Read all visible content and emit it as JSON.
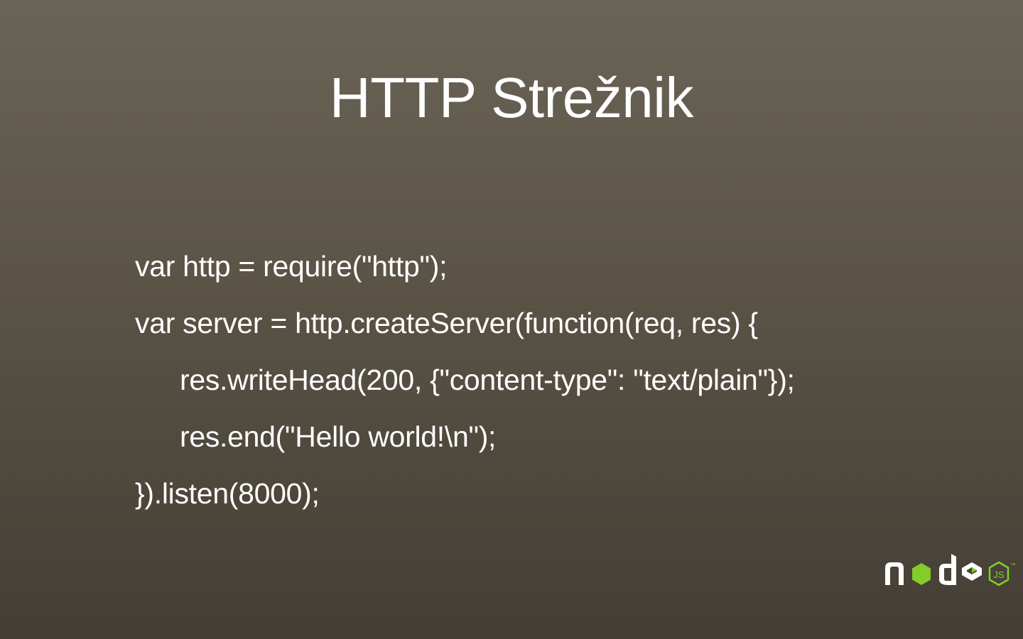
{
  "slide": {
    "title": "HTTP Strežnik",
    "code_lines": [
      {
        "text": "var http = require(\"http\");",
        "indent": 0
      },
      {
        "text": "var server = http.createServer(function(req, res) {",
        "indent": 0
      },
      {
        "text": "res.writeHead(200, {\"content-type\": \"text/plain\"});",
        "indent": 1
      },
      {
        "text": "res.end(\"Hello world!\\n\");",
        "indent": 1
      },
      {
        "text": "}).listen(8000);",
        "indent": 0
      }
    ]
  },
  "logo": {
    "icon": "nodejs-logo-icon",
    "text": "node",
    "badge": "JS",
    "trademark": "™",
    "colors": {
      "text": "#ffffff",
      "accent": "#83cd29"
    }
  }
}
